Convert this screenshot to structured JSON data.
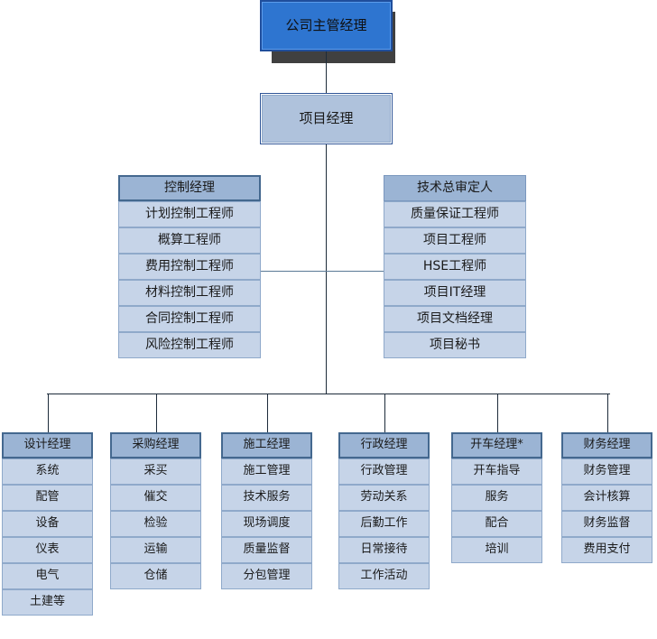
{
  "diagram": {
    "title_top": "公司主管经理",
    "project_manager": "项目经理",
    "asterisk_note": "*"
  },
  "exec": {
    "label": "公司主管经理"
  },
  "pm": {
    "label": "项目经理"
  },
  "mid_left": {
    "header": "控制经理",
    "items": [
      "计划控制工程师",
      "概算工程师",
      "费用控制工程师",
      "材料控制工程师",
      "合同控制工程师",
      "风险控制工程师"
    ]
  },
  "mid_right": {
    "header": "技术总审定人",
    "items": [
      "质量保证工程师",
      "项目工程师",
      "HSE工程师",
      "项目IT经理",
      "项目文档经理",
      "项目秘书"
    ]
  },
  "columns": [
    {
      "header": "设计经理",
      "items": [
        "系统",
        "配管",
        "设备",
        "仪表",
        "电气",
        "土建等"
      ]
    },
    {
      "header": "采购经理",
      "items": [
        "采买",
        "催交",
        "检验",
        "运输",
        "仓储"
      ]
    },
    {
      "header": "施工经理",
      "items": [
        "施工管理",
        "技术服务",
        "现场调度",
        "质量监督",
        "分包管理"
      ]
    },
    {
      "header": "行政经理",
      "items": [
        "行政管理",
        "劳动关系",
        "后勤工作",
        "日常接待",
        "工作活动"
      ]
    },
    {
      "header": "开车经理*",
      "items": [
        "开车指导",
        "服务",
        "配合",
        "培训"
      ]
    },
    {
      "header": "财务经理",
      "items": [
        "财务管理",
        "会计核算",
        "财务监督",
        "费用支付"
      ]
    }
  ],
  "colors": {
    "exec_fill": "#2E75D0",
    "exec_border": "#1F4E9C",
    "exec_shadow": "#404040",
    "pm_fill": "#AFC2DC",
    "header_fill": "#9BB4D4",
    "item_fill": "#C6D4E8",
    "item_border": "#8FA9CA",
    "connector": "#1d2b3a",
    "connector_soft": "#5A7A96",
    "background": "#ffffff"
  }
}
